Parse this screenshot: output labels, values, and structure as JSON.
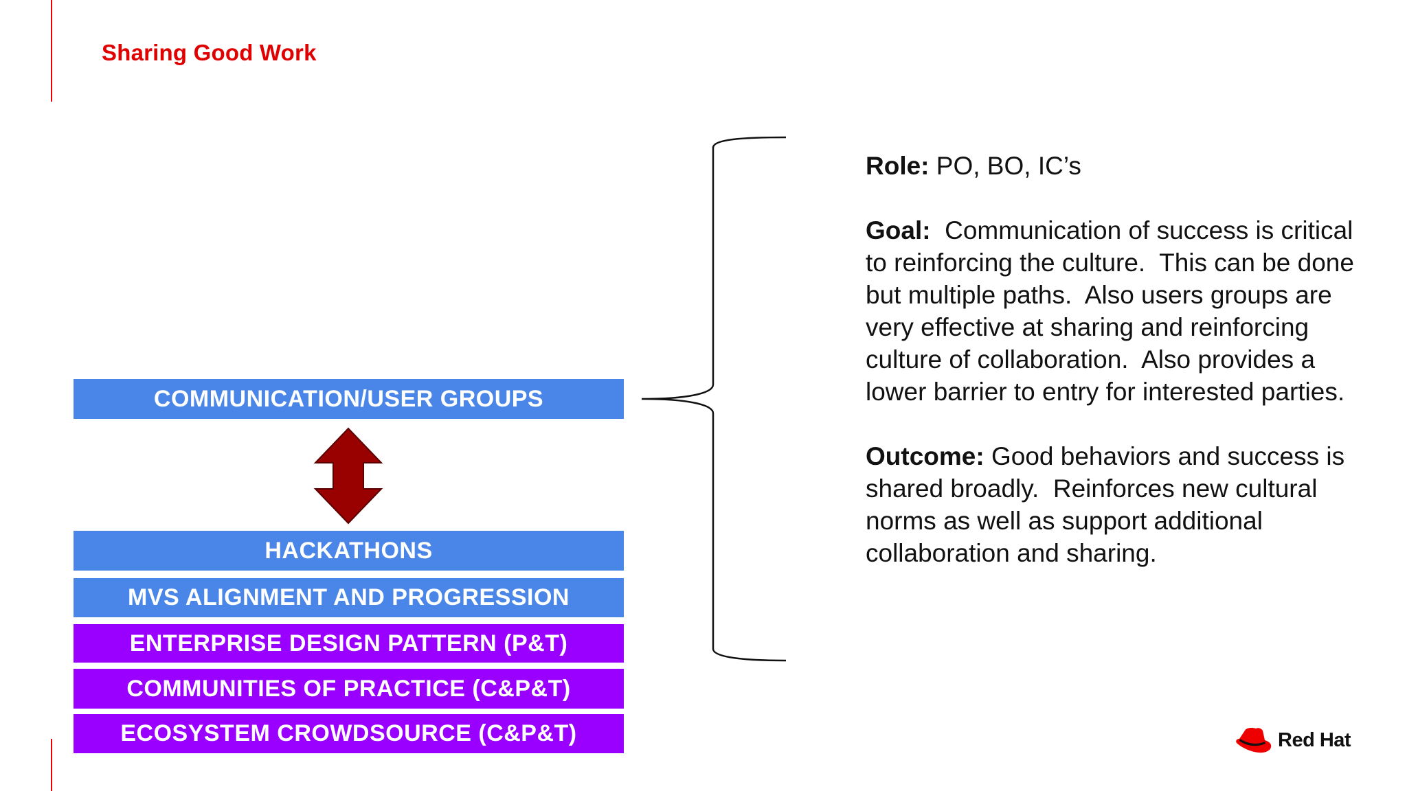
{
  "slide": {
    "title": "Sharing Good Work",
    "accent_color": "#e00000"
  },
  "stack": {
    "top_bar": {
      "label": "COMMUNICATION/USER GROUPS",
      "color": "#4a86e8"
    },
    "arrow": {
      "icon": "double-arrow-vertical-icon",
      "color": "#990000"
    },
    "bars": [
      {
        "label": "HACKATHONS",
        "color": "#4a86e8"
      },
      {
        "label": "MVS ALIGNMENT AND PROGRESSION",
        "color": "#4a86e8"
      },
      {
        "label": "ENTERPRISE DESIGN PATTERN (P&T)",
        "color": "#9900ff"
      },
      {
        "label": "COMMUNITIES OF PRACTICE (C&P&T)",
        "color": "#9900ff"
      },
      {
        "label": "ECOSYSTEM CROWDSOURCE (C&P&T)",
        "color": "#9900ff"
      }
    ]
  },
  "details": {
    "role_label": "Role:",
    "role_text": " PO, BO, IC’s",
    "goal_label": "Goal:",
    "goal_text": "  Communication of success is critical to reinforcing the culture.  This can be done but multiple paths.  Also users groups are very effective at sharing and reinforcing culture of collaboration.  Also provides a lower barrier to entry for interested parties.",
    "outcome_label": "Outcome:",
    "outcome_text": " Good behaviors and success is shared broadly.  Reinforces new cultural norms as well as support additional collaboration and sharing."
  },
  "logo": {
    "text": "Red Hat",
    "color": "#ee0000"
  }
}
